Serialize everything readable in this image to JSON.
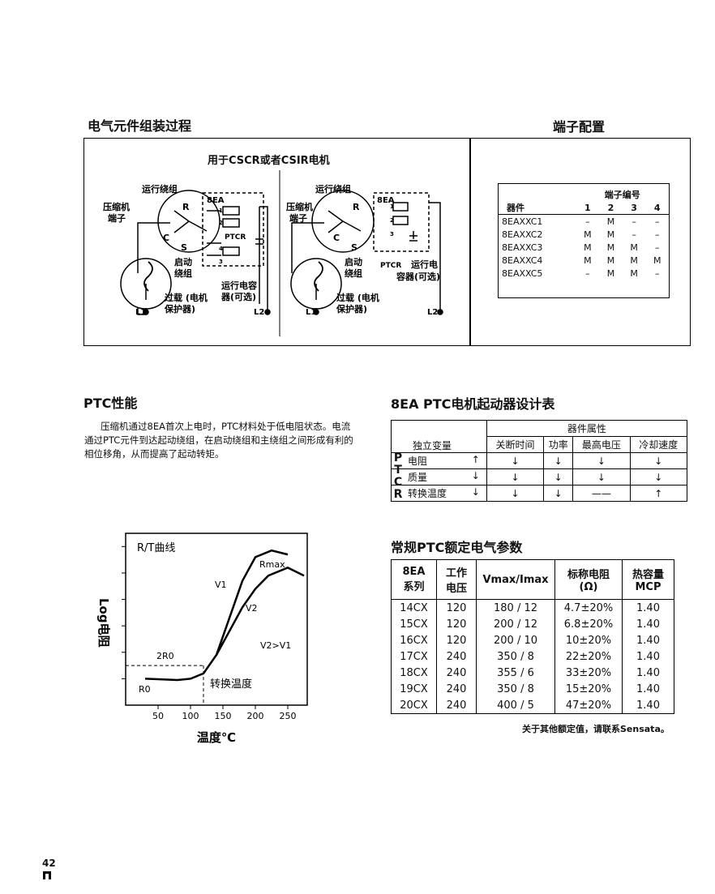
{
  "assembly": {
    "title": "电气元件组装过程",
    "subtitle": "用于CSCR或者CSIR电机",
    "left": {
      "run_winding": "运行绕组",
      "comp_terminal_1": "压缩机",
      "comp_terminal_2": "端子",
      "start_winding_1": "启动",
      "start_winding_2": "绕组",
      "overload_1": "过载 (电机",
      "overload_2": "保护器)",
      "run_cap_1": "运行电容",
      "run_cap_2": "器(可选)",
      "ptcr": "PTCR",
      "part": "8EA",
      "R": "R",
      "C": "C",
      "S": "S",
      "L1": "L1",
      "L2": "L2",
      "n1": "1",
      "n2": "2",
      "n3": "3",
      "n4": "4"
    },
    "right": {
      "run_winding": "运行绕组",
      "comp_terminal_1": "压缩机",
      "comp_terminal_2": "端子",
      "start_winding_1": "启动",
      "start_winding_2": "绕组",
      "overload_1": "过载 (电机",
      "overload_2": "保护器)",
      "run_cap_1": "运行电",
      "run_cap_2": "容器(可选)",
      "ptcr": "PTCR",
      "part": "8EA",
      "R": "R",
      "C": "C",
      "S": "S",
      "L1": "L1",
      "L2": "L2",
      "n1": "1",
      "n2": "2",
      "n3": "3"
    }
  },
  "terminal_config": {
    "title": "端子配置",
    "header_device": "器件",
    "header_terminal": "端子编号",
    "cols": [
      "1",
      "2",
      "3",
      "4"
    ],
    "rows": [
      {
        "name": "8EAXXC1",
        "v": [
          "–",
          "M",
          "–",
          "–"
        ]
      },
      {
        "name": "8EAXXC2",
        "v": [
          "M",
          "M",
          "–",
          "–"
        ]
      },
      {
        "name": "8EAXXC3",
        "v": [
          "M",
          "M",
          "M",
          "–"
        ]
      },
      {
        "name": "8EAXXC4",
        "v": [
          "M",
          "M",
          "M",
          "M"
        ]
      },
      {
        "name": "8EAXXC5",
        "v": [
          "–",
          "M",
          "M",
          "–"
        ]
      }
    ]
  },
  "ptc_performance": {
    "title": "PTC性能",
    "para": [
      "压缩机通过8EA首次上电时，PTC材料处于低电阻状态。电流",
      "通过PTC元件到达起动绕组，在启动绕组和主绕组之间形成有利的",
      "相位移角，从而提高了起动转矩。"
    ]
  },
  "design_table": {
    "title": "8EA PTC电机起动器设计表",
    "attr_header": "器件属性",
    "var_header": "独立变量",
    "cols": [
      "关断时间",
      "功率",
      "最高电压",
      "冷却速度"
    ],
    "ptcr": [
      "P",
      "T",
      "C",
      "R"
    ],
    "rows": [
      {
        "name": "电阻",
        "dir": "↑",
        "v": [
          "↓",
          "↓",
          "↓",
          "↓"
        ]
      },
      {
        "name": "质量",
        "dir": "↓",
        "v": [
          "↓",
          "↓",
          "↓",
          "↓"
        ]
      },
      {
        "name": "转换温度",
        "dir": "↓",
        "v": [
          "↓",
          "↓",
          "——",
          "↑"
        ]
      }
    ]
  },
  "electrical_params": {
    "title": "常规PTC额定电气参数",
    "headers": {
      "series_1": "8EA",
      "series_2": "系列",
      "voltage_1": "工作",
      "voltage_2": "电压",
      "vmax": "Vmax/Imax",
      "res_1": "标称电阻",
      "res_2": "(Ω)",
      "heat_1": "热容量",
      "heat_2": "MCP"
    },
    "rows": [
      [
        "14CX",
        "120",
        "180 / 12",
        "4.7±20%",
        "1.40"
      ],
      [
        "15CX",
        "120",
        "200 / 12",
        "6.8±20%",
        "1.40"
      ],
      [
        "16CX",
        "120",
        "200 / 10",
        "10±20%",
        "1.40"
      ],
      [
        "17CX",
        "240",
        "350 / 8",
        "22±20%",
        "1.40"
      ],
      [
        "18CX",
        "240",
        "355 / 6",
        "33±20%",
        "1.40"
      ],
      [
        "19CX",
        "240",
        "350 / 8",
        "15±20%",
        "1.40"
      ],
      [
        "20CX",
        "240",
        "400 / 5",
        "47±20%",
        "1.40"
      ]
    ],
    "note": "关于其他额定值，请联系Sensata。"
  },
  "rt_chart": {
    "title": "R/T曲线",
    "ylabel": "Log电阻",
    "xlabel": "温度℃",
    "xticks": [
      "50",
      "100",
      "150",
      "200",
      "250"
    ],
    "labels": {
      "rmax": "Rmax",
      "v1": "V1",
      "v2": "V2",
      "cond": "V2>V1",
      "r2": "2R0",
      "r0": "R0",
      "tt": "转换温度"
    }
  },
  "chart_data": {
    "type": "line",
    "title": "R/T曲线",
    "xlabel": "温度℃",
    "ylabel": "Log电阻",
    "xlim": [
      0,
      280
    ],
    "xticks": [
      50,
      100,
      150,
      200,
      250
    ],
    "series": [
      {
        "name": "V1",
        "x": [
          30,
          80,
          100,
          120,
          140,
          160,
          180,
          200,
          225,
          250
        ],
        "y": [
          1.0,
          0.95,
          1.0,
          1.2,
          1.9,
          3.3,
          4.7,
          5.6,
          5.85,
          5.7
        ]
      },
      {
        "name": "V2",
        "x": [
          140,
          160,
          180,
          200,
          220,
          250,
          275
        ],
        "y": [
          1.9,
          2.8,
          3.7,
          4.4,
          4.9,
          5.2,
          4.9
        ]
      }
    ]
  },
  "page_number": "42"
}
